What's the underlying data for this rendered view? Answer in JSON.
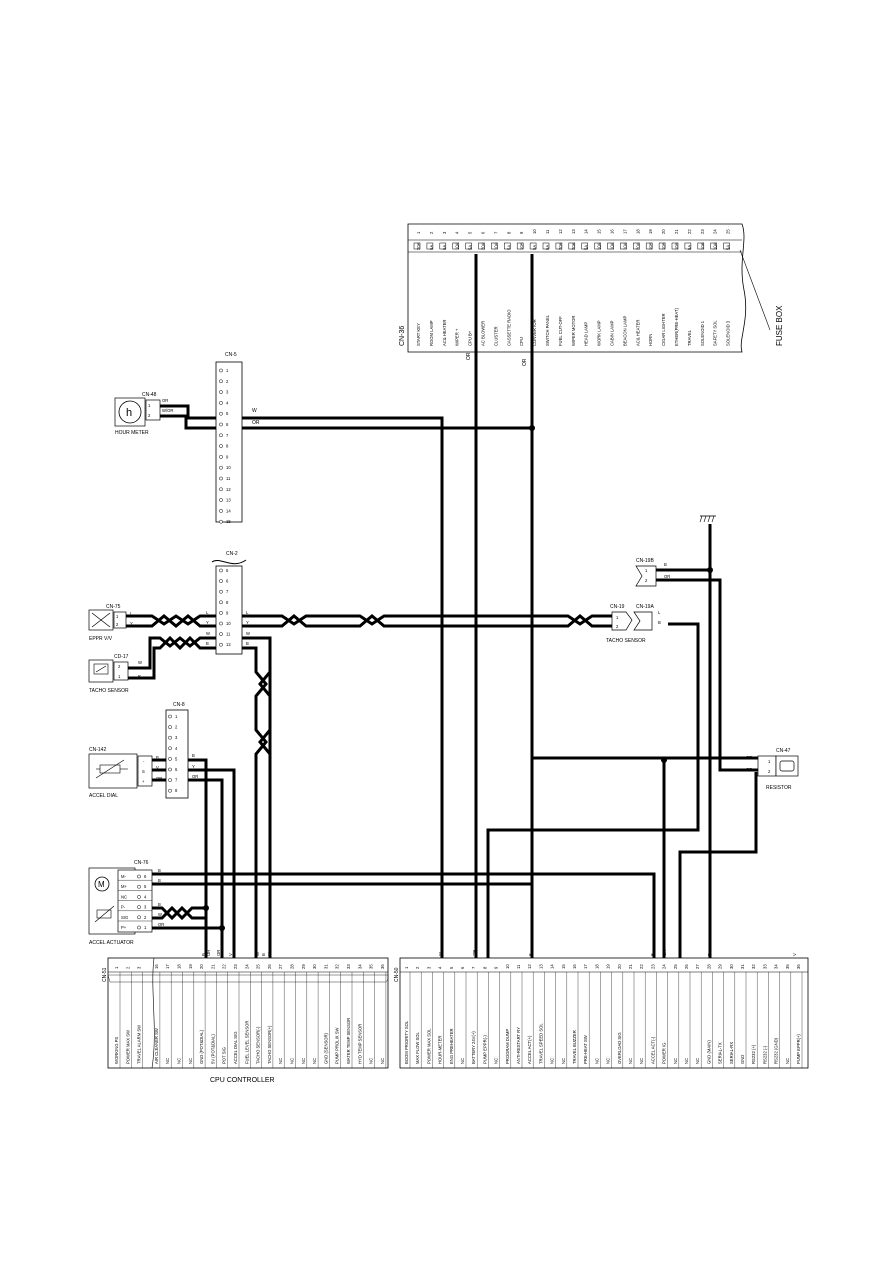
{
  "fuse_box": {
    "connector": "CN-36",
    "title": "FUSE BOX",
    "slots": [
      {
        "no": "1",
        "amp": "20A",
        "label": "START KEY"
      },
      {
        "no": "2",
        "amp": "5A",
        "label": "ROOM LAMP"
      },
      {
        "no": "3",
        "amp": "5A",
        "label": "AC& HEATER"
      },
      {
        "no": "4",
        "amp": "10A",
        "label": "WIPER +"
      },
      {
        "no": "5",
        "amp": "5A",
        "label": "CPU B+"
      },
      {
        "no": "6",
        "amp": "20A",
        "label": "AC BLOWER"
      },
      {
        "no": "7",
        "amp": "10A",
        "label": "CLUSTER"
      },
      {
        "no": "8",
        "amp": "5A",
        "label": "CASSETTE RADIO"
      },
      {
        "no": "9",
        "amp": "10A",
        "label": "CPU"
      },
      {
        "no": "10",
        "amp": "5A",
        "label": "CONVERTOR"
      },
      {
        "no": "11",
        "amp": "5A",
        "label": "SWITCH PANEL"
      },
      {
        "no": "12",
        "amp": "20A",
        "label": "FUEL CUT-OFF"
      },
      {
        "no": "13",
        "amp": "20A",
        "label": "WIPER MOTOR"
      },
      {
        "no": "14",
        "amp": "5A",
        "label": "HEAD LAMP"
      },
      {
        "no": "15",
        "amp": "10A",
        "label": "WORK LAMP"
      },
      {
        "no": "16",
        "amp": "10A",
        "label": "CABIN LAMP"
      },
      {
        "no": "17",
        "amp": "10A",
        "label": "BEACON LAMP"
      },
      {
        "no": "18",
        "amp": "20A",
        "label": "AC& HEATER"
      },
      {
        "no": "19",
        "amp": "10A",
        "label": "HORN"
      },
      {
        "no": "20",
        "amp": "10A",
        "label": "CIGAR LIGHTER"
      },
      {
        "no": "21",
        "amp": "10A",
        "label": "ETHER(PRE-HEAT)"
      },
      {
        "no": "22",
        "amp": "5A",
        "label": "TRAVEL"
      },
      {
        "no": "23",
        "amp": "10A",
        "label": "SOLENOID 1"
      },
      {
        "no": "24",
        "amp": "10A",
        "label": "SAFETY SOL"
      },
      {
        "no": "25",
        "amp": "5A",
        "label": "SOLENOID 3"
      }
    ],
    "wire_labels": [
      "OR",
      "OR"
    ]
  },
  "cn5": {
    "connector": "CN-5",
    "pins": [
      "1",
      "2",
      "3",
      "4",
      "5",
      "6",
      "7",
      "8",
      "9",
      "10",
      "11",
      "12",
      "13",
      "14",
      "15"
    ],
    "wire_labels": [
      "W",
      "OR"
    ]
  },
  "hour_meter": {
    "connector": "CN-48",
    "title": "HOUR METER",
    "symbol": "h",
    "pins": [
      "1",
      "2"
    ],
    "wire_labels": [
      "OR",
      "W/OR"
    ]
  },
  "cn2": {
    "connector": "CN-2",
    "pins": [
      "5",
      "6",
      "7",
      "8",
      "9",
      "10",
      "11",
      "12"
    ],
    "left_labels": [
      "L",
      "Y",
      "W",
      "B"
    ],
    "right_labels": [
      "L",
      "Y",
      "W",
      "B"
    ]
  },
  "eppr": {
    "connector": "CN-75",
    "title": "EPPR V/V",
    "pins": [
      "1",
      "2"
    ],
    "wire_labels": [
      "L",
      "Y"
    ]
  },
  "tacho_sensor_left": {
    "connector": "CD-17",
    "title": "TACHO SENSOR",
    "pins": [
      "2",
      "1"
    ],
    "wire_labels": [
      "W",
      "B"
    ]
  },
  "cn8": {
    "connector": "CN-8",
    "pins": [
      "1",
      "2",
      "3",
      "4",
      "5",
      "6",
      "7",
      "8"
    ],
    "wire_labels": [
      "B",
      "Y",
      "OR"
    ]
  },
  "accel_dial": {
    "connector": "CN-142",
    "title": "ACCEL DIAL",
    "pins": [
      "-",
      "S",
      "+"
    ],
    "wire_labels": [
      "B",
      "V",
      "OR"
    ]
  },
  "accel_actuator": {
    "connector": "CN-76",
    "title": "ACCEL ACTUATOR",
    "pins": [
      {
        "name": "M-",
        "no": "6"
      },
      {
        "name": "M+",
        "no": "5"
      },
      {
        "name": "NC",
        "no": "4"
      },
      {
        "name": "P-",
        "no": "3"
      },
      {
        "name": "SIG",
        "no": "2"
      },
      {
        "name": "P+",
        "no": "1"
      }
    ],
    "wire_labels": [
      "B",
      "B",
      "B",
      "W",
      "OR"
    ]
  },
  "cn19b": {
    "connector": "CN-19B",
    "pins": [
      "1",
      "2"
    ],
    "wire_labels": [
      "B",
      "OR"
    ]
  },
  "tacho_sensor_right": {
    "connector": "CN-19",
    "connector_b": "CN-19A",
    "title": "TACHO SENSOR",
    "pins": [
      "1",
      "2"
    ],
    "wire_labels": [
      "L",
      "B"
    ]
  },
  "resistor": {
    "connector": "CN-47",
    "title": "RESISTOR",
    "pins": [
      "1",
      "2"
    ],
    "wire_labels": [
      "OR",
      "OR"
    ]
  },
  "cpu": {
    "title": "CPU CONTROLLER",
    "cn51": {
      "connector": "CN-51",
      "pins": [
        "1",
        "2",
        "3",
        "16",
        "17",
        "18",
        "19",
        "20",
        "21",
        "22",
        "23",
        "24",
        "25",
        "26",
        "27",
        "28",
        "29",
        "30",
        "31",
        "32",
        "33",
        "34",
        "35",
        "36"
      ],
      "labels": [
        "WORKING PS",
        "POWER MAX SW",
        "TRAVEL ALARM SW",
        "AIR CLEANER SW",
        "NC",
        "NC",
        "NC",
        "GND (POT&DIAL)",
        "5V (POT&DIAL)",
        "POT SIG",
        "ACCEL DIAL SIG",
        "FUEL LEVEL SENSOR",
        "TACHO SENSOR(-)",
        "TACHO SENSOR(+)",
        "NC",
        "NC",
        "NC",
        "NC",
        "GND (SENSOR)",
        "PUMP PROLIX SW",
        "WATER TEMP SENSOR",
        "HYD TEMP SENSOR",
        "NC",
        "NC"
      ],
      "top_labels": [
        "B",
        "OR",
        "OR",
        "V",
        "W",
        "B",
        "W"
      ]
    },
    "cn50": {
      "connector": "CN-50",
      "pins": [
        "1",
        "2",
        "3",
        "4",
        "5",
        "6",
        "7",
        "8",
        "9",
        "10",
        "11",
        "12",
        "13",
        "14",
        "15",
        "16",
        "17",
        "18",
        "19",
        "20",
        "21",
        "22",
        "23",
        "24",
        "25",
        "26",
        "27",
        "28",
        "29",
        "30",
        "31",
        "32",
        "33",
        "34",
        "35",
        "36"
      ],
      "labels": [
        "BOOM PRIORITY SOL",
        "MAX FLOW SOL",
        "POWER MAX SOL",
        "HOUR-METER",
        "ENG PREHEATER",
        "NC",
        "BATTERY 24V(+)",
        "PUMP EPPR(-)",
        "NC",
        "PROGRAM DUMP",
        "ANTI-RESTART RY",
        "ACCEL ACT(+)",
        "TRAVEL SPEED SOL",
        "NC",
        "NC",
        "TRAVEL BUZZER",
        "PRE-HEAT SW",
        "NC",
        "NC",
        "OVERLOAD SIG",
        "NC",
        "NC",
        "ACCEL ACT(-)",
        "POWER IG",
        "NC",
        "NC",
        "NC",
        "GND (MAIN)",
        "SERIAL-TX",
        "SERIAL-RX",
        "GND",
        "RS232 (+)",
        "RS232 (-)",
        "RS232 (GND)",
        "NC",
        "PUMP EPPR(+)"
      ],
      "top_labels": [
        "W",
        "OR",
        "B",
        "B",
        "OR",
        "B",
        "V"
      ]
    }
  }
}
